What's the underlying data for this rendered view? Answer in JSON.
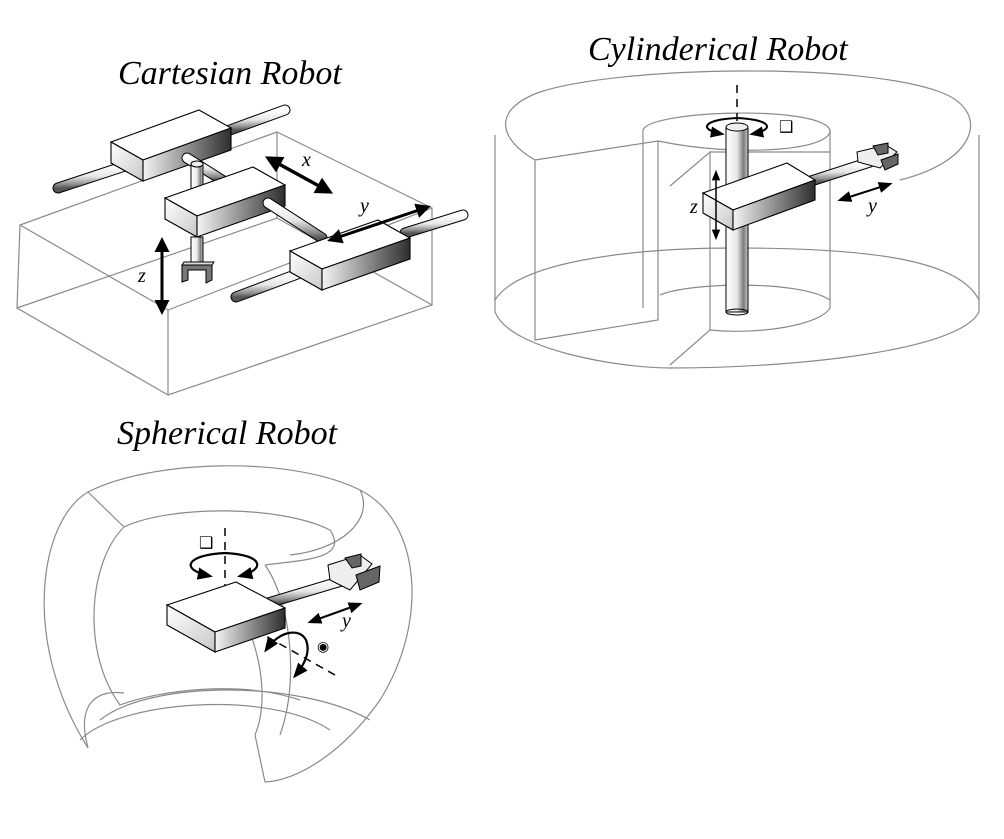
{
  "figure": {
    "panels": [
      {
        "id": "cartesian",
        "title": "Cartesian Robot",
        "joint_labels": [
          "x",
          "y",
          "z"
        ]
      },
      {
        "id": "cylindrical",
        "title": "Cylinderical Robot",
        "joint_labels": [
          "z",
          "y"
        ],
        "rotation_symbol": "❑"
      },
      {
        "id": "spherical",
        "title": "Spherical Robot",
        "joint_labels": [
          "y"
        ],
        "rotation_symbols": [
          "❑",
          "◉"
        ]
      }
    ]
  }
}
